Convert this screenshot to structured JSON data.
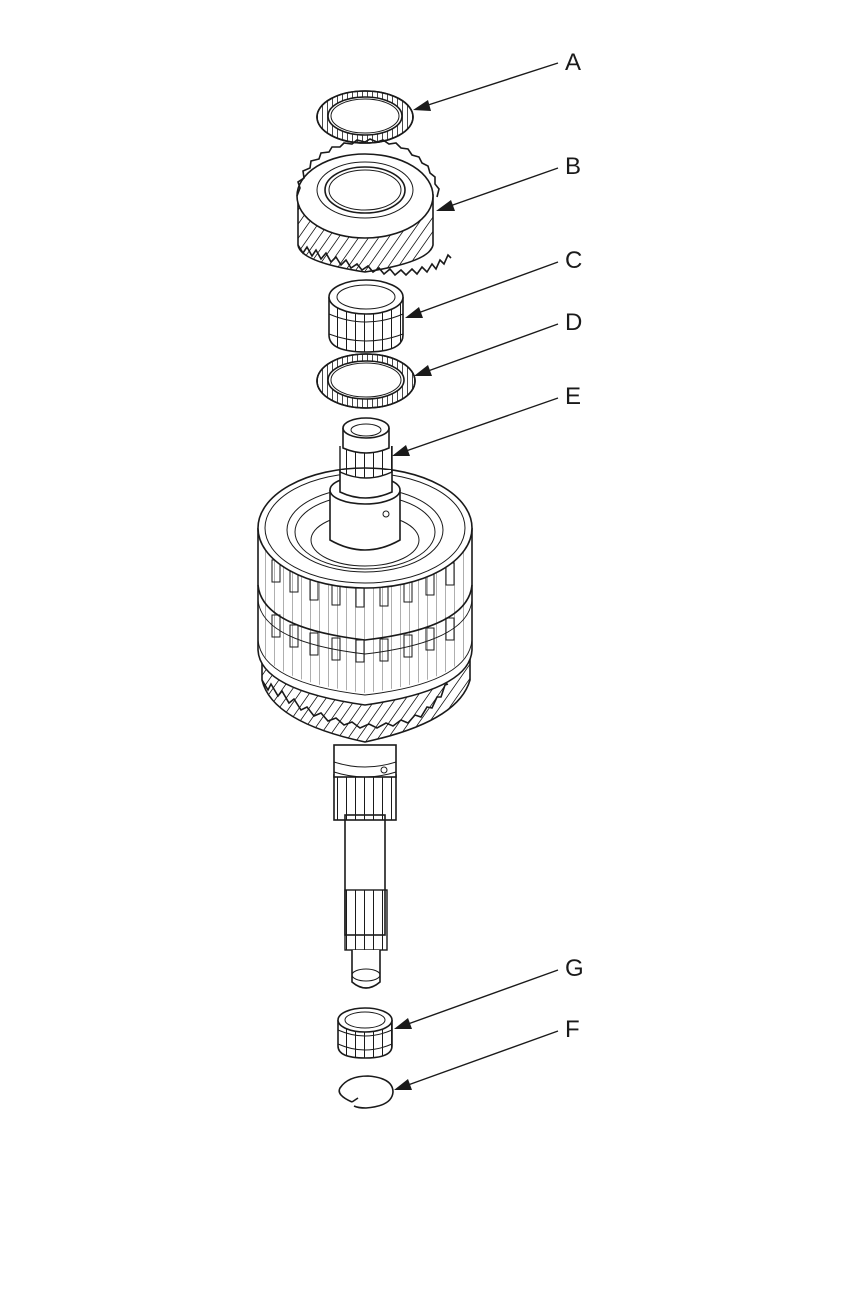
{
  "diagram": {
    "callouts": [
      {
        "id": "A",
        "label": "A",
        "part": "thrust-needle-bearing"
      },
      {
        "id": "B",
        "label": "B",
        "part": "helical-gear"
      },
      {
        "id": "C",
        "label": "C",
        "part": "needle-bearing"
      },
      {
        "id": "D",
        "label": "D",
        "part": "thrust-needle-bearing"
      },
      {
        "id": "E",
        "label": "E",
        "part": "shaft-and-clutch-assembly"
      },
      {
        "id": "G",
        "label": "G",
        "part": "needle-bearing"
      },
      {
        "id": "F",
        "label": "F",
        "part": "snap-ring"
      }
    ]
  }
}
